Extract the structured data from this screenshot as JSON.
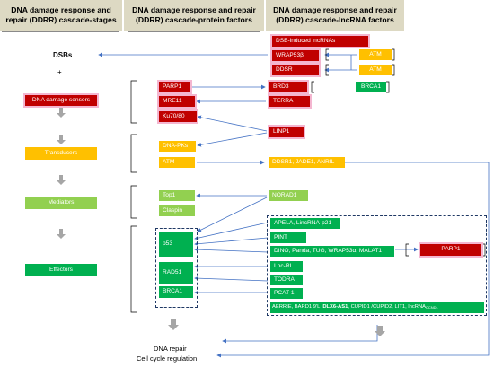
{
  "headers": {
    "stages": "DNA damage response and repair (DDRR) cascade-stages",
    "proteins": "DNA damage response and repair (DDRR) cascade-protein factors",
    "lncrnas": "DNA damage response and repair (DDRR) cascade-lncRNA factors"
  },
  "stages": {
    "dsbs": "DSBs",
    "plus": "+",
    "sensors": "DNA damage sensors",
    "transducers": "Transducers",
    "mediators": "Mediators",
    "effectors": "Effectors"
  },
  "proteins": {
    "parp1": "PARP1",
    "mre11": "MRE11",
    "ku": "Ku70/80",
    "dnapks": "DNA-PKs",
    "atm": "ATM",
    "top1": "Top1",
    "claspin": "Claspin",
    "p53": "p53",
    "rad51": "RAD51",
    "brca1": "BRCA1"
  },
  "lncrnas": {
    "dsb_induced": "DSB-induced lncRNAs",
    "wrap53b": "WRAP53β",
    "ddsr": "DDSR",
    "atm1": "ATM",
    "atm2": "ATM",
    "brd3": "BRD3",
    "brca1": "BRCA1",
    "terra": "TERRA",
    "linp1": "LINP1",
    "ddsr1_group": "DDSR1, JADE1, ANRIL",
    "norad1": "NORAD1",
    "apela": "APELA, LincRNA-p21",
    "pint": "PINT",
    "dino_group": "DINO, Panda, TUG, WRAP53α, MALAT1",
    "parp1": "PARP1",
    "lncri": "Lnc-RI",
    "todra": "TODRA",
    "pcat1": "PCAT-1",
    "aerrie_pre": "AERRIE, BARD1 9'L , ",
    "aerrie_bold": "DLX6-AS1",
    "aerrie_post": ", CUPID1 /CUPID2, LIT1, lncRNA",
    "aerrie_sub": "CCND1"
  },
  "outcome": {
    "line1": "DNA repair",
    "line2": "Cell cycle regulation"
  },
  "colors": {
    "header": "#ddd9c3",
    "red": "#c00000",
    "orange": "#ffc000",
    "green": "#00b050",
    "light_green": "#92d050",
    "arrow": "#4472c4"
  }
}
